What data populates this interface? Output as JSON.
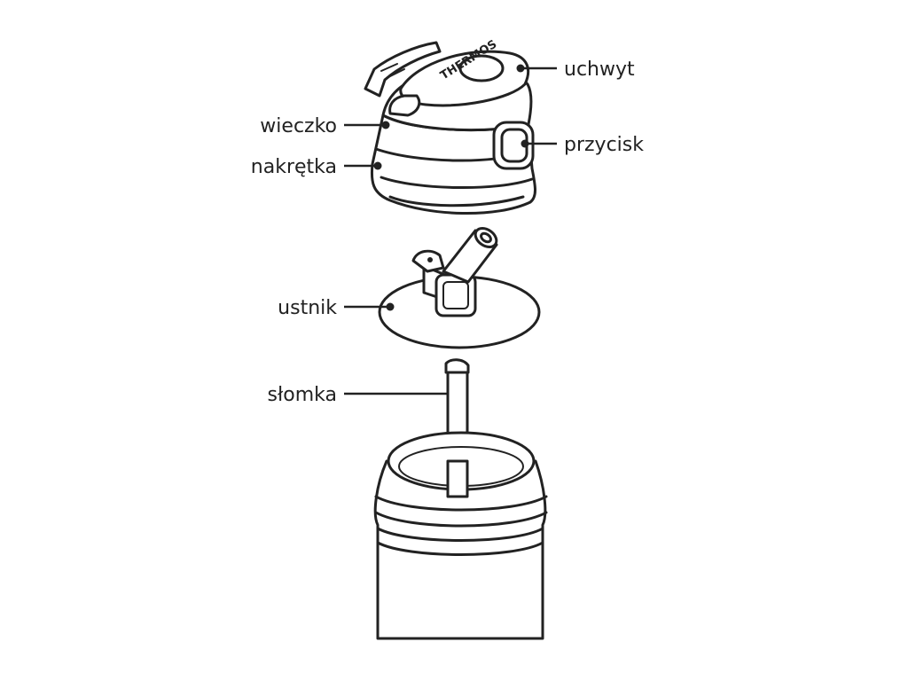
{
  "brand": "THERMOS",
  "labels": {
    "uchwyt": "uchwyt",
    "wieczko": "wieczko",
    "przycisk": "przycisk",
    "nakretka": "nakrętka",
    "ustnik": "ustnik",
    "slomka": "słomka"
  }
}
